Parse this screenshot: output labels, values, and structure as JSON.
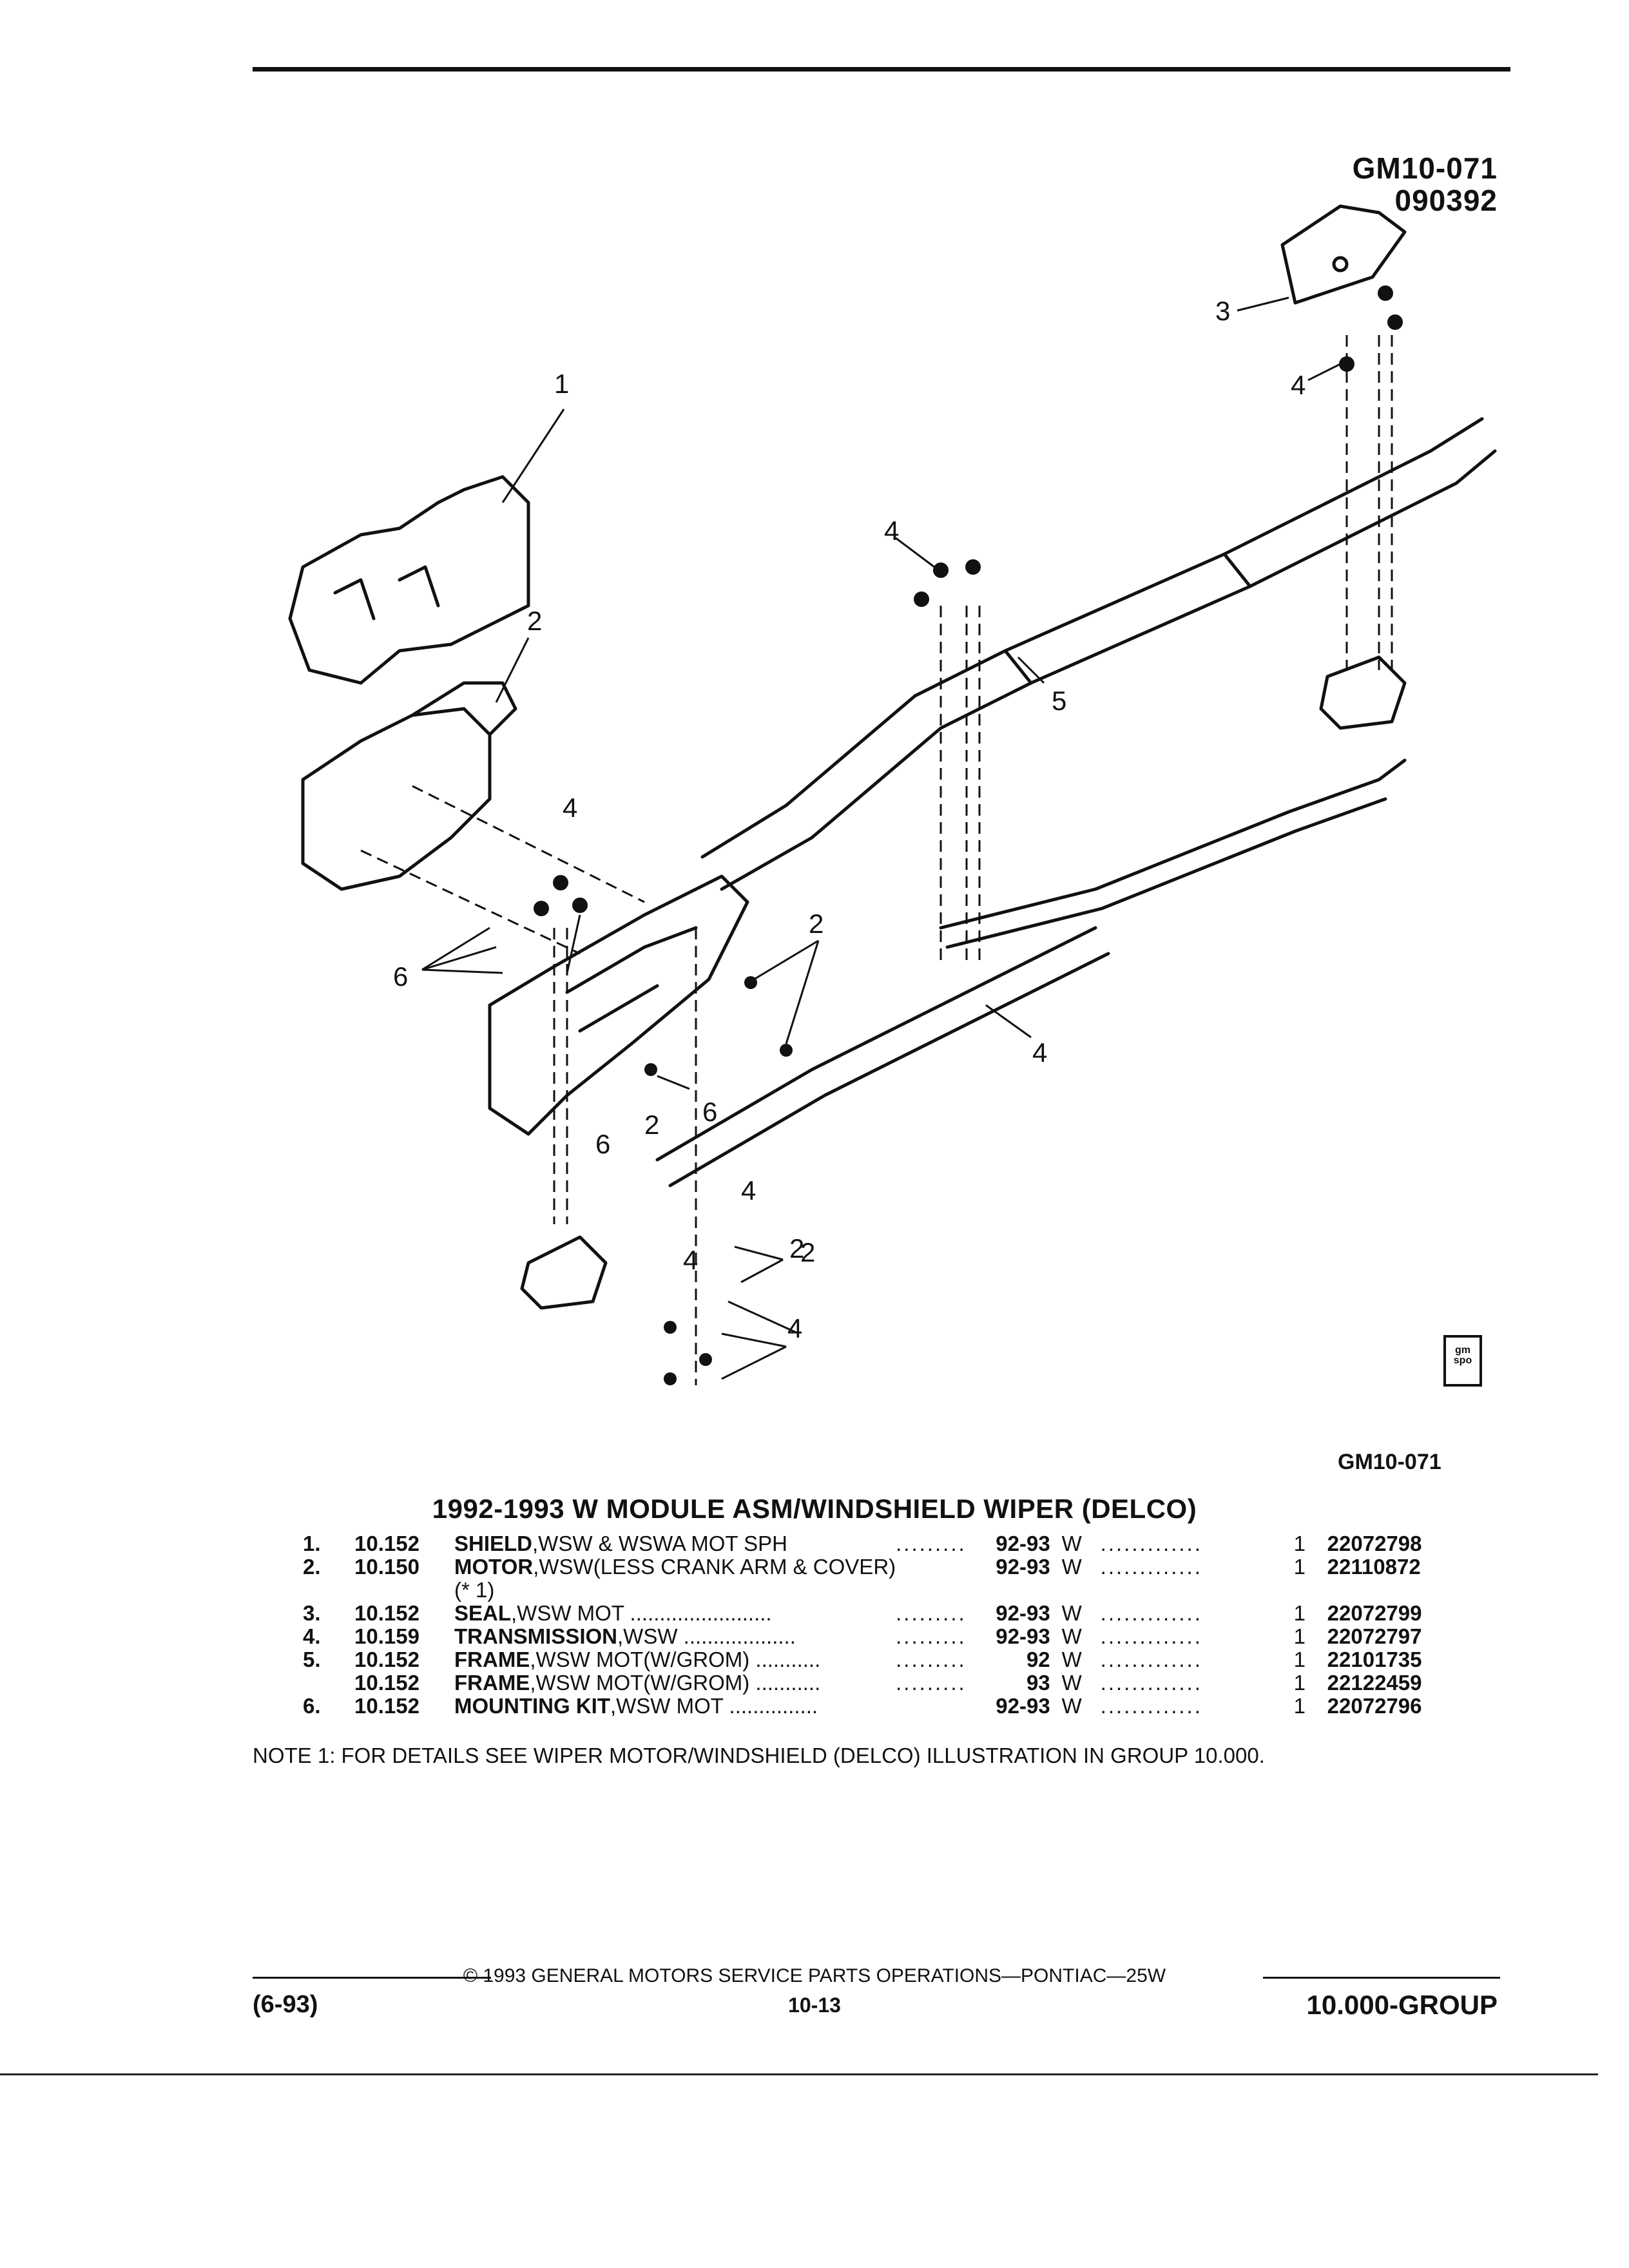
{
  "header": {
    "illustration_code": "GM10-071",
    "illustration_date": "090392"
  },
  "callouts": [
    "1",
    "2",
    "3",
    "4",
    "4",
    "5",
    "4",
    "2",
    "4",
    "6",
    "2",
    "2",
    "6",
    "6",
    "4",
    "2",
    "4",
    "4"
  ],
  "logo_text": [
    "gm",
    "spo"
  ],
  "figure_label": "GM10-071",
  "section_title": "1992-1993 W MODULE ASM/WINDSHIELD WIPER (DELCO)",
  "parts": [
    {
      "num": "1.",
      "group": "10.152",
      "name": "SHIELD",
      "desc": ",WSW & WSWA MOT SPH",
      "years": "92-93",
      "series": "W",
      "qty": "1",
      "part_no": "22072798"
    },
    {
      "num": "2.",
      "group": "10.150",
      "name": "MOTOR",
      "desc": ",WSW(LESS CRANK ARM & COVER)",
      "years": "92-93",
      "series": "W",
      "qty": "1",
      "part_no": "22110872",
      "subnote": "(* 1)"
    },
    {
      "num": "3.",
      "group": "10.152",
      "name": "SEAL",
      "desc": ",WSW MOT",
      "years": "92-93",
      "series": "W",
      "qty": "1",
      "part_no": "22072799"
    },
    {
      "num": "4.",
      "group": "10.159",
      "name": "TRANSMISSION",
      "desc": ",WSW",
      "years": "92-93",
      "series": "W",
      "qty": "1",
      "part_no": "22072797"
    },
    {
      "num": "5.",
      "group": "10.152",
      "name": "FRAME",
      "desc": ",WSW MOT(W/GROM)",
      "years": "92",
      "series": "W",
      "qty": "1",
      "part_no": "22101735"
    },
    {
      "num": "",
      "group": "10.152",
      "name": "FRAME",
      "desc": ",WSW MOT(W/GROM)",
      "years": "93",
      "series": "W",
      "qty": "1",
      "part_no": "22122459"
    },
    {
      "num": "6.",
      "group": "10.152",
      "name": "MOUNTING KIT",
      "desc": ",WSW MOT",
      "years": "92-93",
      "series": "W",
      "qty": "1",
      "part_no": "22072796"
    }
  ],
  "note": "NOTE  1:  FOR DETAILS SEE WIPER MOTOR/WINDSHIELD (DELCO) ILLUSTRATION IN GROUP 10.000.",
  "footer": {
    "copyright": "© 1993 GENERAL MOTORS SERVICE PARTS OPERATIONS—PONTIAC—25W",
    "date_code": "(6-93)",
    "page": "10-13",
    "group": "10.000-GROUP"
  }
}
